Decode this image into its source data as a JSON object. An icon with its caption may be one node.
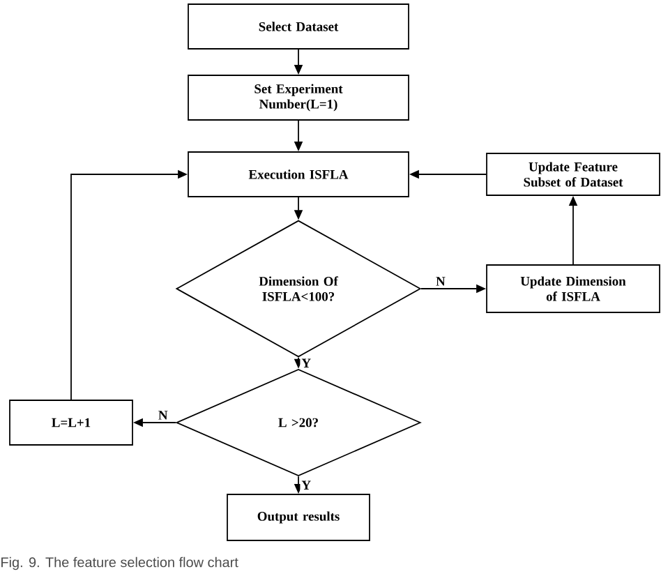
{
  "diagram": {
    "caption": "Fig. 9. The feature selection flow chart",
    "nodes": [
      {
        "text": [
          "Select Dataset"
        ]
      },
      {
        "text": [
          "Set Experiment Number(L=1)"
        ]
      },
      {
        "text": [
          "Execution ISFLA"
        ]
      },
      {
        "text": [
          "Update Feature Subset of Dataset"
        ]
      },
      {
        "text": [
          "Dimension Of ISFLA<100?"
        ]
      },
      {
        "text": [
          "Update Dimension of ISFLA"
        ]
      },
      {
        "text": [
          "L=L+1"
        ]
      },
      {
        "text": [
          "L >20?"
        ]
      },
      {
        "text": [
          "Output results"
        ]
      }
    ],
    "edges": [
      {
        "from": 0,
        "to": 1,
        "arrow": "to"
      },
      {
        "from": 1,
        "to": 2,
        "arrow": "to"
      },
      {
        "from": 2,
        "to": 4,
        "arrow": "to"
      },
      {
        "from": 4,
        "to": 5,
        "arrow": "to",
        "label": "N"
      },
      {
        "from": 5,
        "to": 3,
        "arrow": "to"
      },
      {
        "from": 3,
        "to": 2,
        "arrow": "to"
      },
      {
        "from": 4,
        "to": 7,
        "arrow": "to",
        "label": "Y"
      },
      {
        "from": 7,
        "to": 6,
        "arrow": "to",
        "label": "N"
      },
      {
        "from": 6,
        "to": 2,
        "arrow": "to"
      },
      {
        "from": 7,
        "to": 8,
        "arrow": "to",
        "label": "Y"
      }
    ]
  }
}
